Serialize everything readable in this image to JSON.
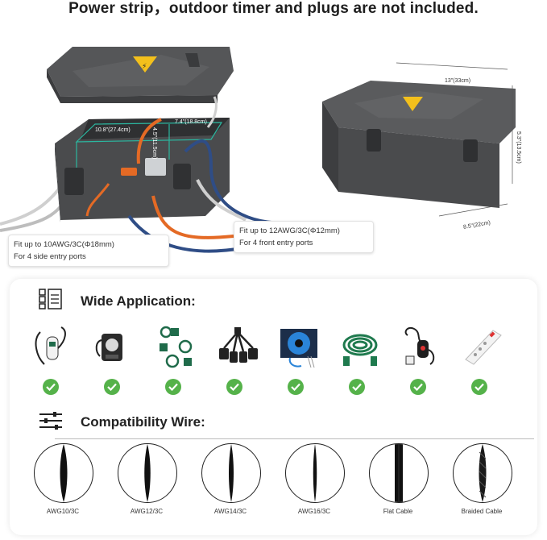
{
  "headline": "Power strip，outdoor timer and plugs are not included.",
  "dimensions": {
    "length": "13\"(33cm)",
    "height": "5.3\"(13.5cm)",
    "width": "8.5\"(22cm)",
    "inner_length": "10.8\"(27.4cm)",
    "inner_width": "7.4\"(18.8cm)",
    "inner_height": "4.5\"(11.5cm)"
  },
  "callouts": {
    "side": {
      "line1": "Fit up to 10AWG/3C(Φ18mm)",
      "line2": "For 4 side entry ports"
    },
    "front": {
      "line1": "Fit up to 12AWG/3C(Φ12mm)",
      "line2": "For 4 front entry ports"
    }
  },
  "applications": {
    "title": "Wide Application:",
    "items": [
      {
        "icon": "ev-charger-icon"
      },
      {
        "icon": "outdoor-timer-icon"
      },
      {
        "icon": "extension-splitter-icon"
      },
      {
        "icon": "multi-outlet-cord-icon"
      },
      {
        "icon": "cord-reel-icon"
      },
      {
        "icon": "green-extension-cord-icon"
      },
      {
        "icon": "gfci-cord-icon"
      },
      {
        "icon": "power-strip-icon"
      }
    ]
  },
  "wires": {
    "title": "Compatibility Wire:",
    "items": [
      {
        "label": "AWG10/3C"
      },
      {
        "label": "AWG12/3C"
      },
      {
        "label": "AWG14/3C"
      },
      {
        "label": "AWG16/3C"
      },
      {
        "label": "Flat Cable"
      },
      {
        "label": "Braided Cable"
      }
    ]
  },
  "colors": {
    "box": "#4a4b4d",
    "box_dark": "#333436",
    "orange_cable": "#e46a25",
    "blue_cable": "#2f4d86",
    "check_green": "#55b24a",
    "accent_teal": "#2bb7a0",
    "warning_yellow": "#f3c01c"
  }
}
